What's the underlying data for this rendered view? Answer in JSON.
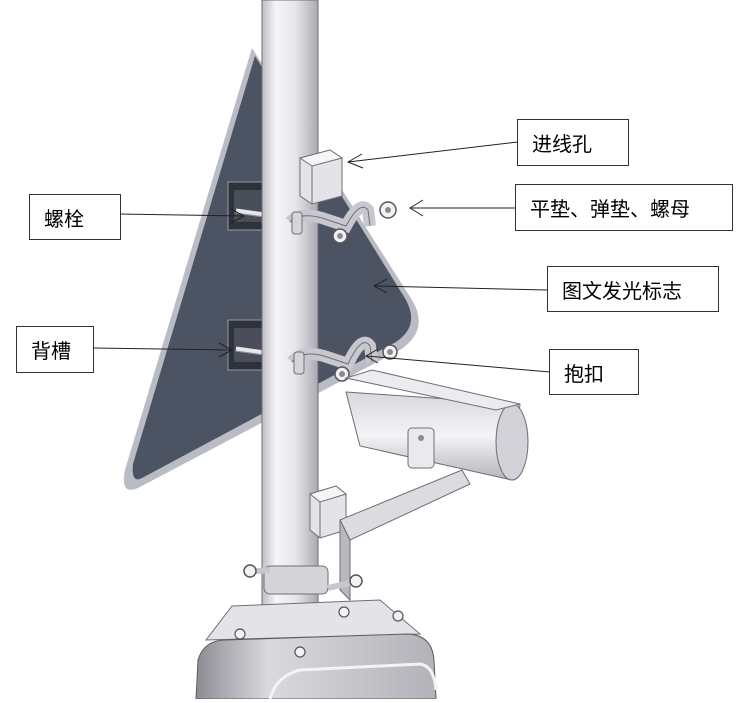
{
  "colors": {
    "background": "#ffffff",
    "sign_face": "#4c5363",
    "sign_edge": "#b9bcc4",
    "metal_light": "#f2f2f4",
    "metal_mid": "#c9c9cf",
    "metal_dark": "#7a7a82",
    "leader": "#222222",
    "label_border": "#333333"
  },
  "labels": {
    "entry_hole": "进线孔",
    "washers_nut": "平垫、弹垫、螺母",
    "bolt": "螺栓",
    "luminous_sign": "图文发光标志",
    "back_slot": "背槽",
    "hoop_clamp": "抱扣"
  }
}
